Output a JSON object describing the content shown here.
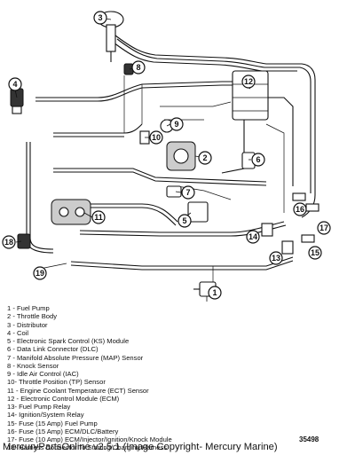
{
  "legend": [
    "1 - Fuel Pump",
    "2 - Throttle Body",
    "3 - Distributor",
    "4 - Coil",
    "5 - Electronic Spark Control (KS) Module",
    "6 - Data Link Connector (DLC)",
    "7 - Manifold Absolute Pressure (MAP) Sensor",
    "8 - Knock Sensor",
    "9 - Idle Air Control (IAC)",
    "10- Throttle Position (TP) Sensor",
    "11 - Engine Coolant Temperature (ECT) Sensor",
    "12 - Electronic Control Module (ECM)",
    "13- Fuel Pump Relay",
    "14- Ignition/System  Relay",
    "15- Fuse (15 Amp) Fuel Pump",
    "16- Fuse (15 Amp) ECM/DLC/Battery",
    "17- Fuse (10 Amp) ECM/Injector/Ignition/Knock  Module",
    "18- Harness Connector To Starting/Charging Harness"
  ],
  "figure_number": "35498",
  "caption": "MercuryPartsOnline v2.5.1 (Image Copyright- Mercury Marine)",
  "callouts": [
    "1",
    "2",
    "3",
    "4",
    "5",
    "6",
    "7",
    "8",
    "9",
    "10",
    "11",
    "12",
    "13",
    "14",
    "15",
    "16",
    "17",
    "18",
    "19"
  ]
}
